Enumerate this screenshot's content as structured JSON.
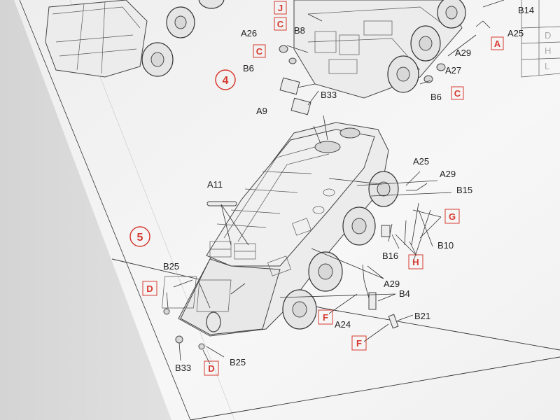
{
  "steps": [
    {
      "number": "4"
    },
    {
      "number": "5"
    }
  ],
  "step4_parts": [
    "B14",
    "A25",
    "A29",
    "A27",
    "B6",
    "B6",
    "A26",
    "B8",
    "B33",
    "A9"
  ],
  "step4_boxes": [
    "J",
    "C",
    "C",
    "A",
    "C"
  ],
  "step5_parts": [
    "A11",
    "A25",
    "A29",
    "B15",
    "B10",
    "B16",
    "A29",
    "B4",
    "A24",
    "B21",
    "B25",
    "B33",
    "B25"
  ],
  "step5_boxes": [
    "G",
    "H",
    "F",
    "F",
    "D",
    "D"
  ],
  "side_chart_letters": [
    "D",
    "H",
    "L"
  ],
  "colors": {
    "paper": "#f5f5f5",
    "background": "#dcdcdc",
    "accent": "#d63a30",
    "ink": "#333333"
  }
}
